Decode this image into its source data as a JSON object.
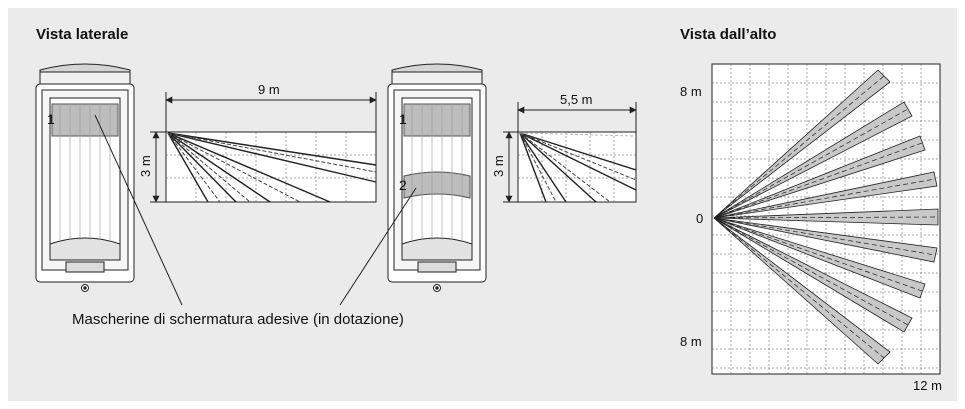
{
  "side_view": {
    "title": "Vista laterale",
    "left_range": "9 m",
    "left_height": "3 m",
    "right_range": "5,5 m",
    "right_height": "3 m",
    "mask_1": "1",
    "mask_1b": "1",
    "mask_2": "2",
    "caption": "Mascherine di schermatura adesive (in dotazione)"
  },
  "top_view": {
    "title": "Vista dall’alto",
    "label_top": "8 m",
    "label_origin": "0",
    "label_bottom": "8 m",
    "label_x": "12 m"
  },
  "colors": {
    "background": "#ebebeb",
    "line": "#222222",
    "mask": "#bdbdbd",
    "beam_fill": "#c8c8c8"
  }
}
